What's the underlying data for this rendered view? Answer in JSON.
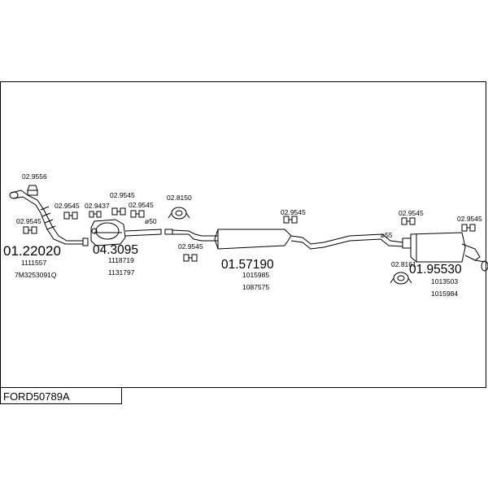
{
  "diagram_code": "FORD50789A",
  "colors": {
    "line": "#000000",
    "background": "#ffffff"
  },
  "parts": [
    {
      "id": "p1",
      "number": "01.22020",
      "refs": [
        "1111557",
        "7M3253091Q"
      ]
    },
    {
      "id": "p2",
      "number": "04.3095",
      "refs": [
        "1118719",
        "1131797"
      ]
    },
    {
      "id": "p3",
      "number": "01.57190",
      "refs": [
        "1015985",
        "1087575"
      ]
    },
    {
      "id": "p4",
      "number": "01.95530",
      "refs": [
        "1013503",
        "1015984"
      ]
    }
  ],
  "accessories": [
    {
      "id": "a1",
      "label": "02.9556"
    },
    {
      "id": "a2",
      "label": "02.9545"
    },
    {
      "id": "a3",
      "label": "02.9545"
    },
    {
      "id": "a4",
      "label": "02.9437"
    },
    {
      "id": "a5",
      "label": "02.9545"
    },
    {
      "id": "a6",
      "label": "02.9545"
    },
    {
      "id": "a7",
      "label": "02.8150"
    },
    {
      "id": "a8",
      "label": "02.9545"
    },
    {
      "id": "a9",
      "label": "02.9545"
    },
    {
      "id": "a10",
      "label": "02.9545"
    },
    {
      "id": "a11",
      "label": "02.9545"
    },
    {
      "id": "a12",
      "label": "02.8161"
    }
  ],
  "diameters": [
    {
      "id": "d1",
      "label": "ø50"
    },
    {
      "id": "d2",
      "label": "ø55"
    }
  ]
}
